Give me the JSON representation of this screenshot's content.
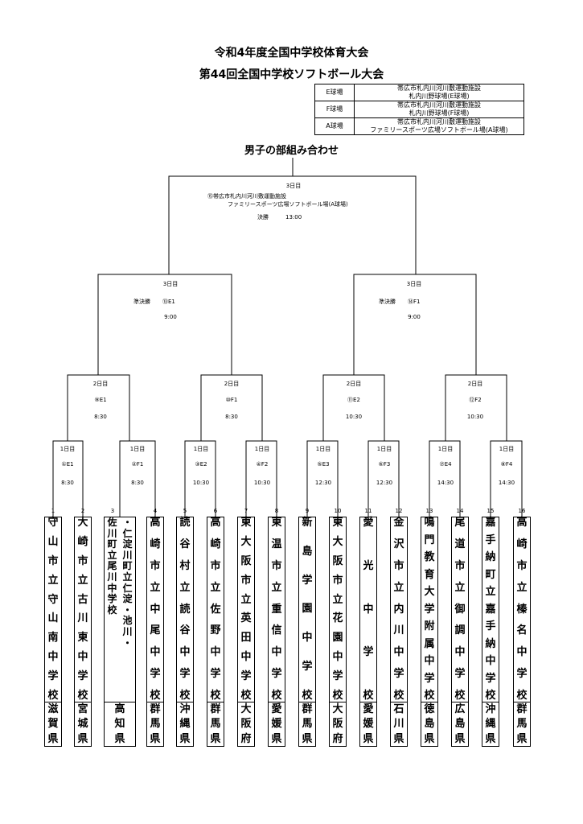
{
  "title_line1": "令和4年度全国中学校体育大会",
  "title_line2": "第44回全国中学校ソフトボール大会",
  "venues": [
    {
      "code": "E球場",
      "line1": "帯広市札内川河川敷運動施設",
      "line2": "札内川野球場(E球場)"
    },
    {
      "code": "F球場",
      "line1": "帯広市札内川河川敷運動施設",
      "line2": "札内川野球場(F球場)"
    },
    {
      "code": "A球場",
      "line1": "帯広市札内川河川敷運動施設",
      "line2": "ファミリースポーツ広場ソフトボール場(A球場)"
    }
  ],
  "subtitle": "男子の部組み合わせ",
  "final": {
    "day": "3日目",
    "venue_line1": "⑮帯広市札内川河川敷運動施設",
    "venue_line2": "ファミリースポーツ広場ソフトボール場(A球場)",
    "stage": "決勝",
    "time": "13:00"
  },
  "semifinals": [
    {
      "day": "3日目",
      "stage": "準決勝",
      "game": "⑬E1",
      "time": "9:00"
    },
    {
      "day": "3日目",
      "stage": "準決勝",
      "game": "⑭F1",
      "time": "9:00"
    }
  ],
  "quarterfinals": [
    {
      "day": "2日目",
      "game": "⑨E1",
      "time": "8:30"
    },
    {
      "day": "2日目",
      "game": "⑩F1",
      "time": "8:30"
    },
    {
      "day": "2日目",
      "game": "⑪E2",
      "time": "10:30"
    },
    {
      "day": "2日目",
      "game": "⑫F2",
      "time": "10:30"
    }
  ],
  "first_round": [
    {
      "day": "1日目",
      "game": "①E1",
      "time": "8:30"
    },
    {
      "day": "1日目",
      "game": "②F1",
      "time": "8:30"
    },
    {
      "day": "1日目",
      "game": "③E2",
      "time": "10:30"
    },
    {
      "day": "1日目",
      "game": "④F2",
      "time": "10:30"
    },
    {
      "day": "1日目",
      "game": "⑤E3",
      "time": "12:30"
    },
    {
      "day": "1日目",
      "game": "⑥F3",
      "time": "12:30"
    },
    {
      "day": "1日目",
      "game": "⑦E4",
      "time": "14:30"
    },
    {
      "day": "1日目",
      "game": "⑧F4",
      "time": "14:30"
    }
  ],
  "teams": [
    {
      "seed": "1",
      "school": "守山市立守山南中学校",
      "pref": "滋賀県"
    },
    {
      "seed": "2",
      "school": "大崎市立古川東中学校",
      "pref": "宮城県"
    },
    {
      "seed": "3",
      "school": "佐川町立尾川中学校・仁淀川町立仁淀・池川・",
      "pref": "高知県"
    },
    {
      "seed": "4",
      "school": "高崎市立中尾中学校",
      "pref": "群馬県"
    },
    {
      "seed": "5",
      "school": "読谷村立読谷中学校",
      "pref": "沖縄県"
    },
    {
      "seed": "6",
      "school": "高崎市立佐野中学校",
      "pref": "群馬県"
    },
    {
      "seed": "7",
      "school": "東大阪市立英田中学校",
      "pref": "大阪府"
    },
    {
      "seed": "8",
      "school": "東温市立重信中学校",
      "pref": "愛媛県"
    },
    {
      "seed": "9",
      "school": "新島学園中学校",
      "pref": "群馬県"
    },
    {
      "seed": "10",
      "school": "東大阪市立花園中学校",
      "pref": "大阪府"
    },
    {
      "seed": "11",
      "school": "愛光中学校",
      "pref": "愛媛県"
    },
    {
      "seed": "12",
      "school": "金沢市立内川中学校",
      "pref": "石川県"
    },
    {
      "seed": "13",
      "school": "鳴門教育大学附属中学校",
      "pref": "徳島県"
    },
    {
      "seed": "14",
      "school": "尾道市立御調中学校",
      "pref": "広島県"
    },
    {
      "seed": "15",
      "school": "嘉手納町立嘉手納中学校",
      "pref": "沖縄県"
    },
    {
      "seed": "16",
      "school": "高崎市立榛名中学校",
      "pref": "群馬県"
    }
  ]
}
